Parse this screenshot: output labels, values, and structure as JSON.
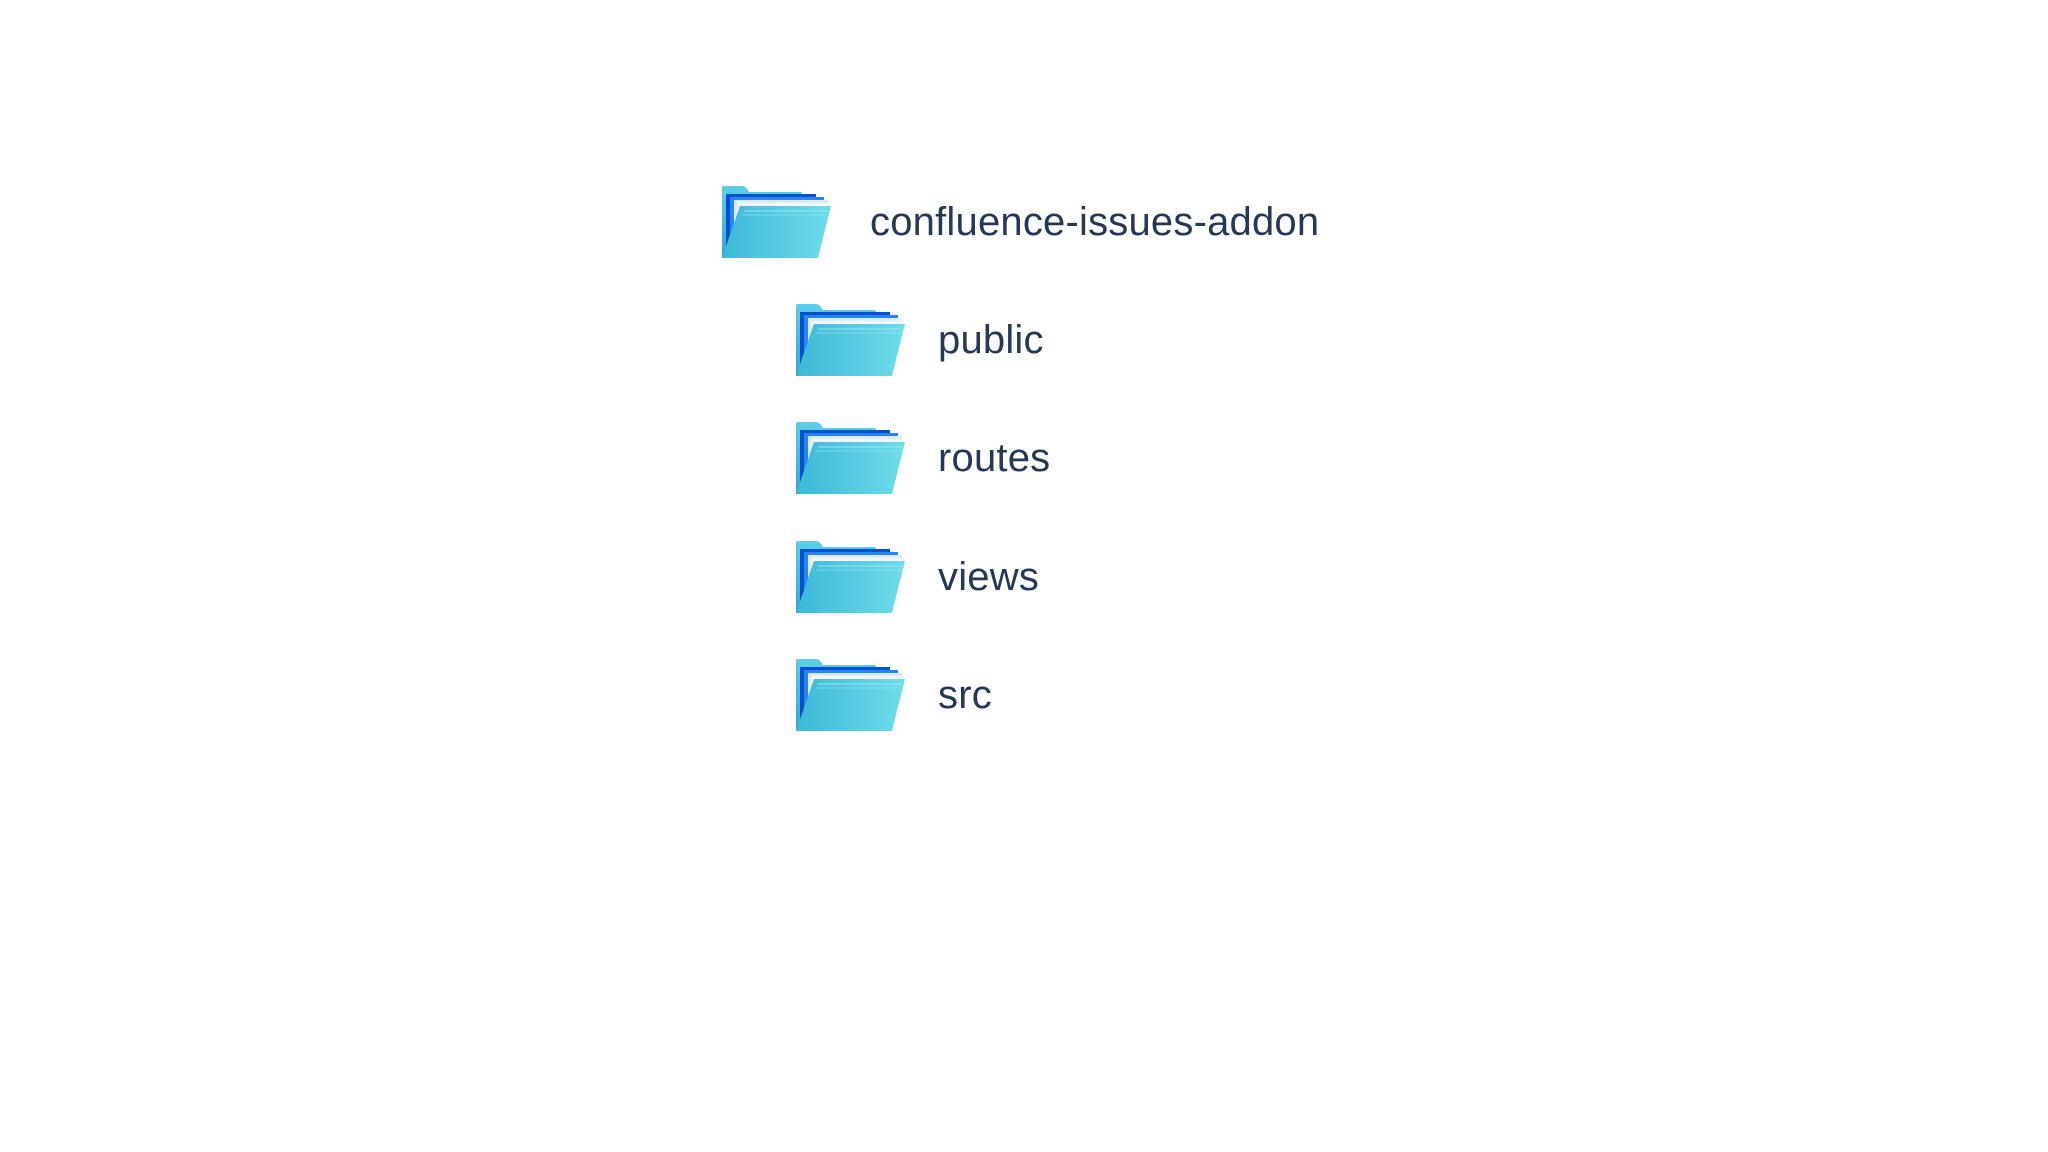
{
  "tree": {
    "root": {
      "label": "confluence-issues-addon",
      "icon": "folder-open-icon"
    },
    "children": [
      {
        "label": "public",
        "icon": "folder-open-icon"
      },
      {
        "label": "routes",
        "icon": "folder-open-icon"
      },
      {
        "label": "views",
        "icon": "folder-open-icon"
      },
      {
        "label": "src",
        "icon": "folder-open-icon"
      }
    ]
  },
  "colors": {
    "text": "#253858",
    "folder_light": "#57D9E8",
    "folder_mid": "#3FB8D9",
    "folder_dark": "#0052CC",
    "paper": "#DEEBFF"
  }
}
